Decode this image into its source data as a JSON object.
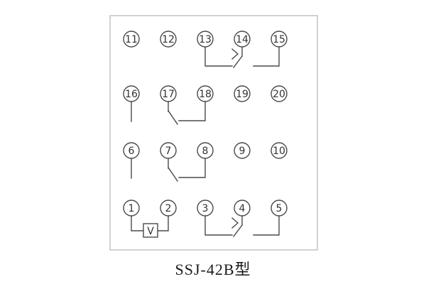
{
  "caption": "SSJ-42B型",
  "panel": {
    "rows": [
      {
        "terminals": [
          "11",
          "12",
          "13",
          "14",
          "15"
        ]
      },
      {
        "terminals": [
          "16",
          "17",
          "18",
          "19",
          "20"
        ]
      },
      {
        "terminals": [
          "6",
          "7",
          "8",
          "9",
          "10"
        ]
      },
      {
        "terminals": [
          "1",
          "2",
          "3",
          "4",
          "5"
        ]
      }
    ],
    "coil_label": "V"
  },
  "colors": {
    "line": "#4a4a4a",
    "panel_border": "#b5b5b5",
    "background": "#ffffff",
    "text": "#333333"
  }
}
